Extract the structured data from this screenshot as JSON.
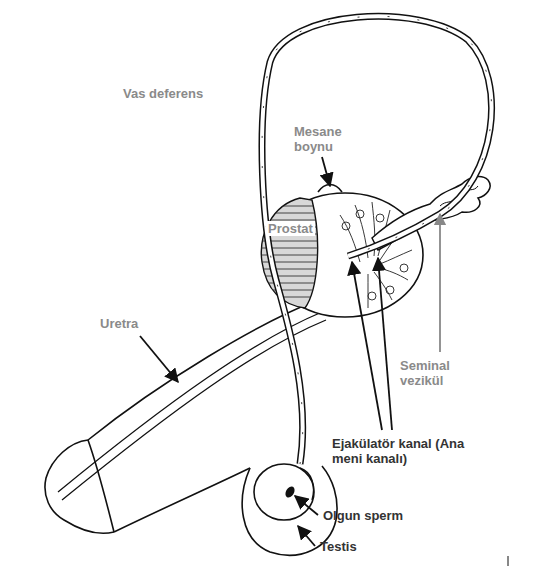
{
  "diagram": {
    "labels": [
      "Vas deferens",
      "Mesane boynu",
      "Prostat",
      "Uretra",
      "Seminal vezikül",
      "Ejakülatör kanal (Ana meni kanalı)",
      "Olgun sperm",
      "Testis"
    ]
  }
}
